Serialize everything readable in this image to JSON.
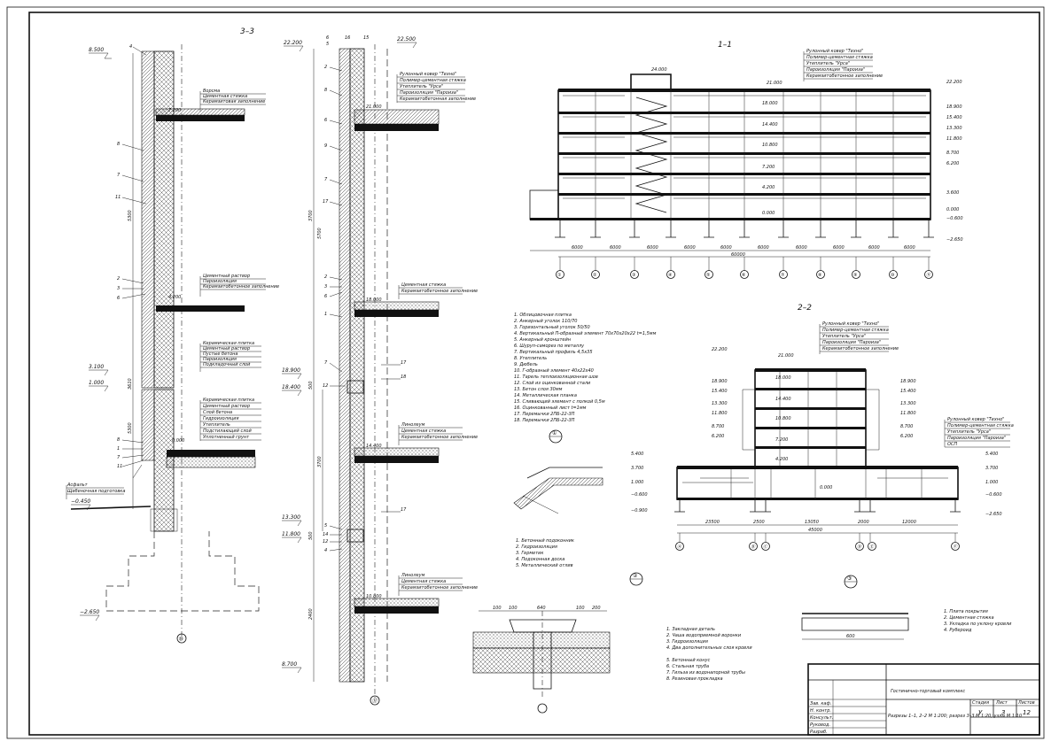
{
  "sections": {
    "s33": {
      "title": "3–3",
      "axis": "⑩",
      "levels": [
        "8.500",
        "3.100",
        "1.000",
        "−0.450",
        "−2.650"
      ],
      "floor_levels": [
        "7.200",
        "4.200",
        "0.000"
      ],
      "notes": {
        "roof": [
          "Ворсма",
          "Цементная стяжка",
          "Керамзитовая заполнение"
        ],
        "floor2": [
          "Цементный раствор",
          "Пароизоляция",
          "Керамзитобетонное заполнение"
        ],
        "canopy": [
          "Керамическая плитка",
          "Цементный раствор",
          "Пустые бетона",
          "Пароизоляция",
          "Подкладочный слой"
        ],
        "ground": [
          "Керамическая плитка",
          "Цементный раствор",
          "Слой бетона",
          "Гидроизоляция",
          "Утеплитель",
          "Подстилающий слой",
          "Уплотненный грунт"
        ],
        "blind": [
          "Асфальт",
          "Щебеночная подготовка"
        ]
      },
      "tags": [
        "4",
        "8",
        "7",
        "11",
        "2",
        "3",
        "6",
        "8",
        "1",
        "7",
        "11"
      ],
      "dims": [
        "5300",
        "3610",
        "5300"
      ]
    },
    "s22w": {
      "axis": "⑪",
      "levels": [
        "22.200",
        "22.500",
        "18.900",
        "18.400",
        "13.300",
        "11.800",
        "8.700"
      ],
      "floor_levels": [
        "21.000",
        "18.000",
        "14.400",
        "10.800"
      ],
      "notes": {
        "roof": [
          "Рулонный ковер \"Техно\"",
          "Полимер-цементная стяжка",
          "Утеплитель \"Урса\"",
          "Пароизоляция \"Пароиза\"",
          "Керамзитобетонная заполнение"
        ],
        "f1": [
          "Цементная стяжка",
          "Керамзитобетонное заполнение"
        ],
        "f2": [
          "Линолеум",
          "Цементная стяжка",
          "Керамзитобетонное заполнение"
        ],
        "f3": [
          "Линолеум",
          "Цементная стяжка",
          "Керамзитобетонное заполнение"
        ]
      },
      "tags": [
        "6",
        "5",
        "16",
        "15",
        "2",
        "8",
        "6",
        "9",
        "7",
        "17",
        "2",
        "3",
        "6",
        "1",
        "7",
        "12",
        "17",
        "18",
        "5",
        "14",
        "12",
        "4",
        "17"
      ],
      "dims": [
        "3700",
        "500",
        "3700",
        "500",
        "5700",
        "2400"
      ]
    },
    "s11": {
      "title": "1–1",
      "roof_note": [
        "Рулонный ковер \"Техно\"",
        "Полимер-цементная стяжка",
        "Утеплитель \"Урса\"",
        "Пароизоляция \"Пароиза\"",
        "Керамзитобетонное заполнение"
      ],
      "top_levels": [
        "24.000",
        "22.200",
        "21.000"
      ],
      "levels_inside": [
        "18.000",
        "14.400",
        "10.800",
        "7.200",
        "4.200",
        "0.000"
      ],
      "right_levels": [
        "22.200",
        "18.900",
        "15.400",
        "13.300",
        "11.800",
        "8.700",
        "6.200",
        "3.600",
        "0.000",
        "−0.600",
        "−2.650"
      ],
      "dims_bottom": [
        "6000",
        "6000",
        "6000",
        "6000",
        "6000",
        "6000",
        "6000",
        "6000",
        "6000",
        "6000"
      ],
      "total": "60000",
      "axes": [
        "①",
        "②",
        "③",
        "④",
        "⑤",
        "⑥",
        "⑦",
        "⑧",
        "⑨",
        "⑩",
        "⑪"
      ]
    },
    "s22": {
      "title": "2–2",
      "roof_note": [
        "Рулонный ковер \"Техно\"",
        "Полимер-цементная стяжка",
        "Утеплитель \"Урса\"",
        "Пароизоляция \"Пароиза\"",
        "Керамзитобетонное заполнение"
      ],
      "side_note": [
        "Рулонный ковер \"Техно\"",
        "Полимер-цементная стяжка",
        "Утеплитель \"Урса\"",
        "Пароизоляция \"Пароиза\"",
        "ОСП"
      ],
      "top_levels": [
        "22.200",
        "21.000",
        "18.000",
        "14.400",
        "10.800",
        "7.200",
        "4.200",
        "0.000"
      ],
      "left_levels": [
        "18.900",
        "15.400",
        "13.300",
        "11.800",
        "8.700",
        "6.200",
        "5.400",
        "3.700",
        "1.000",
        "−0.600",
        "−0.900"
      ],
      "right_levels": [
        "18.900",
        "15.400",
        "13.300",
        "11.800",
        "8.700",
        "6.200",
        "5.400",
        "3.700",
        "1.000",
        "−0.600",
        "−2.650"
      ],
      "dims_bottom": [
        "23500",
        "2500",
        "13050",
        "2000",
        "12000"
      ],
      "total": "45000",
      "axes": [
        "Ⓐ",
        "Ⓑ",
        "Ⓒ",
        "Ⓓ",
        "Ⓔ",
        "Ⓕ"
      ]
    }
  },
  "legend": [
    "1. Облицовочная плитка",
    "2. Анкерный уголок 110/70",
    "3. Горизонтальный уголок 50/50",
    "4. Вертикальный П-образный элемент 70х70х20х22 t=1,5мм",
    "5. Анкерный кронштейн",
    "6. Шуруп-саморез по металлу",
    "7. Вертикальный профиль 4,5х35",
    "8. Утеплитель",
    "9. Дюбель",
    "10. Г-образный элемент 40х22х40",
    "11. Тарель теплоизоляционная шов",
    "12. Слой из оцинкованной стали",
    "13. Бетон слоя 30мм",
    "14. Металлическая планка",
    "15. Сливающий элемент с полкой 0,5м",
    "16. Оцинкованный лист t=1мм",
    "17. Перемычки 2ПБ-22-3П",
    "18. Перемычки 2ПБ-22-3П"
  ],
  "detail1": {
    "mark": "①",
    "notes": [
      "1. Бетонный подоконник",
      "2. Гидроизоляция",
      "3. Герметик",
      "4. Подоконная доска",
      "5. Металлический отлив"
    ]
  },
  "detail2": {
    "mark": "②",
    "dims": [
      "100",
      "100",
      "640",
      "100",
      "200"
    ],
    "notes": [
      "1. Закладная деталь",
      "2. Чаша водоприемной воронки",
      "3. Гидроизоляция",
      "4. Два дополнительных слоя кровли",
      "5. Бетонный конус",
      "6. Стальная труба",
      "7. Гильза из водонапорной трубы",
      "8. Резиновая прокладка"
    ]
  },
  "detail3": {
    "mark": "③",
    "dim": "600",
    "notes": [
      "1. Плита покрытия",
      "2. Цементная стяжка",
      "3. Укладка по уклону кровли",
      "4. Рубероид"
    ]
  },
  "stamp": {
    "project": "Гостинично-торговый комплекс",
    "sheet_title": "Разрезы 1–1, 2–2 М 1:200; разрез 3–3 М 1:20; узлы М 1:10",
    "col_stage": "Стадия",
    "col_sheet": "Лист",
    "col_sheets": "Листов",
    "stage": "У",
    "sheet": "3",
    "sheets": "12",
    "rows": [
      "Зав. каф.",
      "Н. контр.",
      "Консульт.",
      "Руковод.",
      "Разраб."
    ]
  }
}
